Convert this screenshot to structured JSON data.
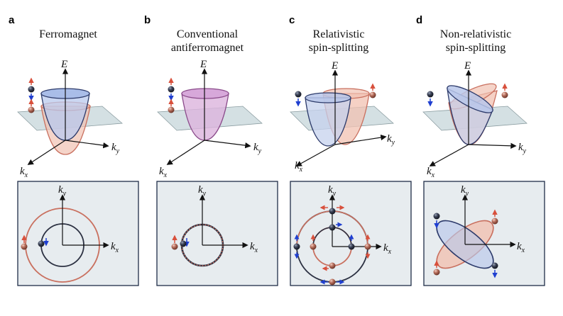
{
  "panels": [
    {
      "letter": "a",
      "title_lines": [
        "Ferromagnet"
      ]
    },
    {
      "letter": "b",
      "title_lines": [
        "Conventional",
        "antiferromagnet"
      ]
    },
    {
      "letter": "c",
      "title_lines": [
        "Relativistic",
        "spin-splitting"
      ]
    },
    {
      "letter": "d",
      "title_lines": [
        "Non-relativistic",
        "spin-splitting"
      ]
    }
  ],
  "axes": {
    "energy": "E",
    "k_symbol": "k",
    "kx_sub": "x",
    "ky_sub": "y"
  },
  "colors": {
    "spin_up": "#d8503c",
    "spin_down": "#1f3fd0",
    "band_blue_fill": "#b9c9ee",
    "band_red_fill": "#f1c2b2",
    "band_purple_fill": "#dcb4dd",
    "plane_fill": "#c6d6d9",
    "contour_box_fill": "#e7ecef",
    "contour_box_border": "#1f2d48",
    "dark_contour": "#2c3142",
    "red_contour": "#c9705f"
  }
}
